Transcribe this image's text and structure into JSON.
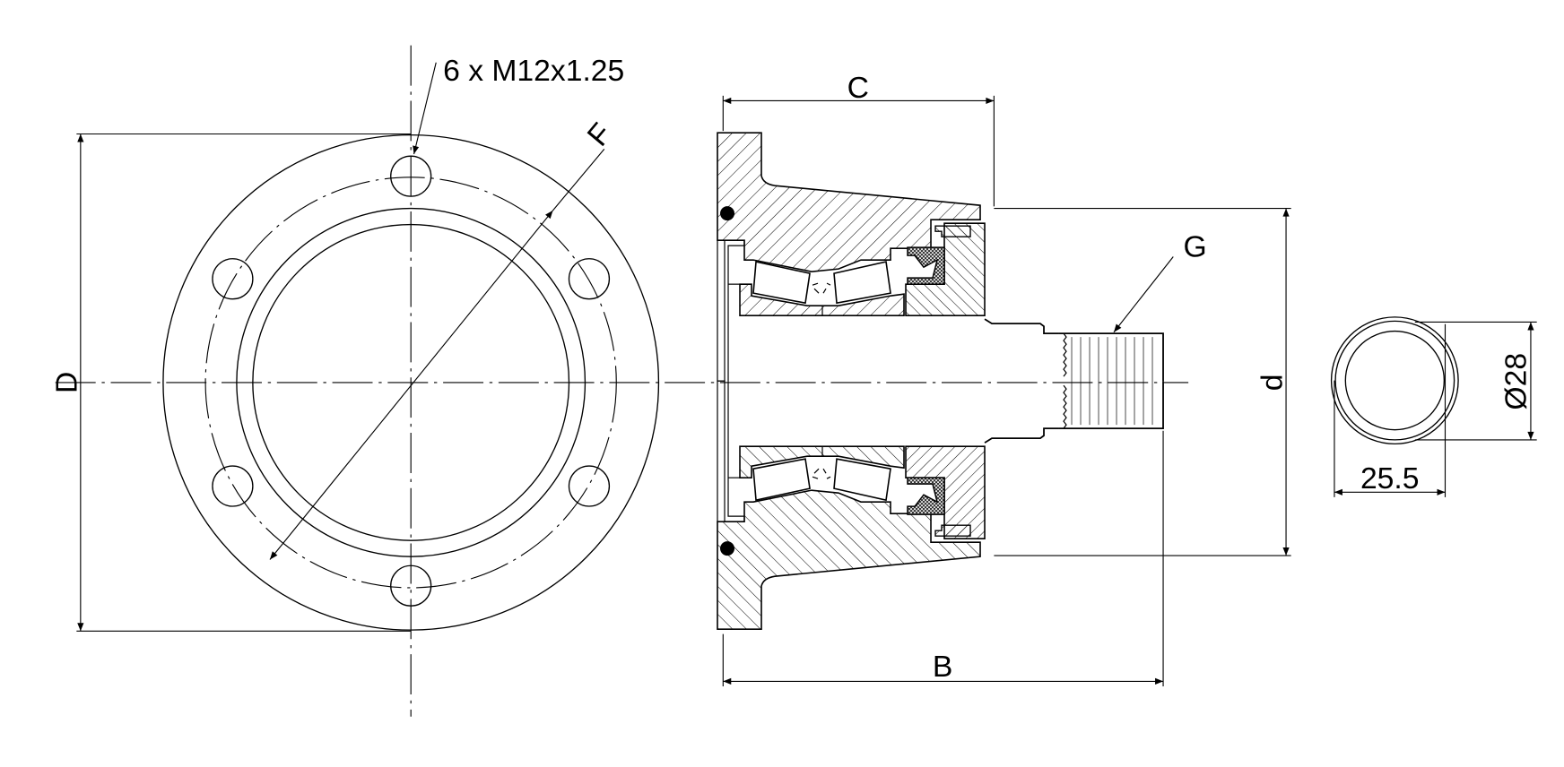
{
  "drawing": {
    "thread_callout": "6 x M12x1.25",
    "label_F": "F",
    "label_D": "D",
    "label_C": "C",
    "label_B": "B",
    "label_d": "d",
    "label_G": "G",
    "dim_diameter": "Ø28",
    "dim_width": "25.5"
  }
}
